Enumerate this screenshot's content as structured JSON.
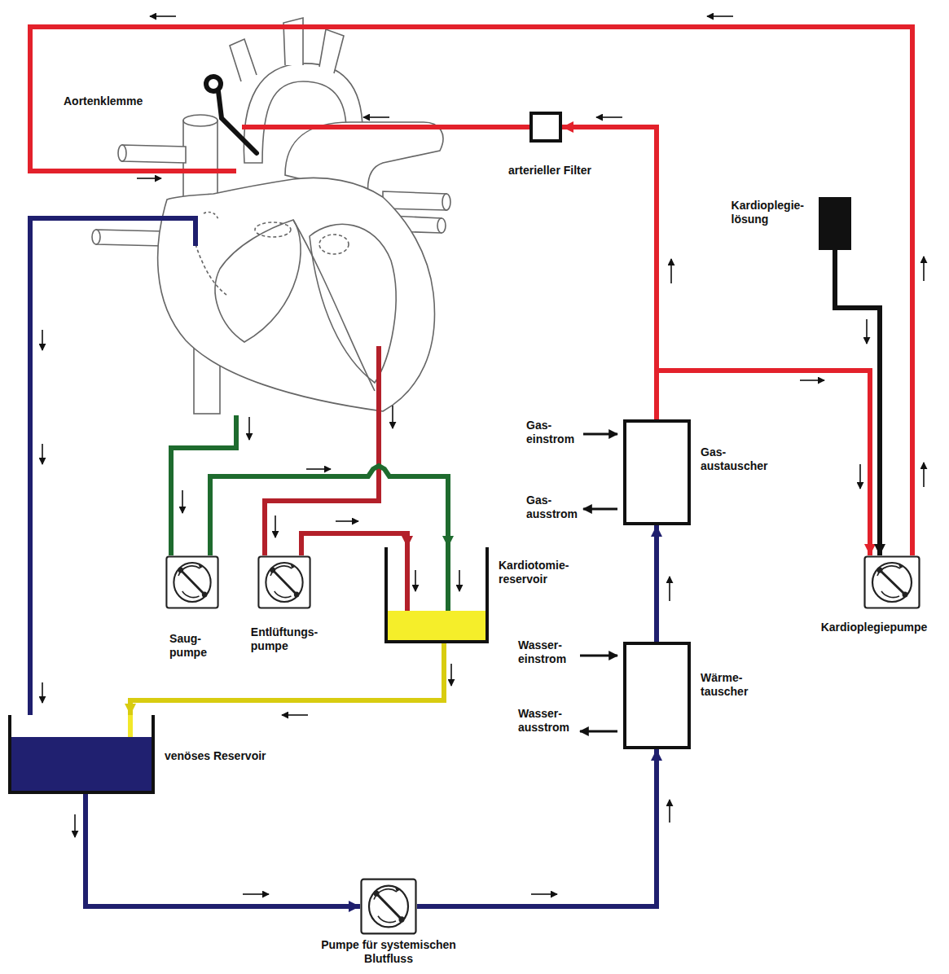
{
  "diagram": {
    "nodes": [
      {
        "text": [
          "Kardioplegie- lösung"
        ]
      },
      {
        "text": [
          "arterieller Filter"
        ]
      },
      {
        "text": [
          "Gas- austauscher"
        ]
      },
      {
        "text": [
          "Saug- pumpe"
        ]
      },
      {
        "text": [
          "Entlüftungs- pumpe"
        ]
      },
      {
        "text": [
          "Kardiotomie- reservoir"
        ]
      },
      {
        "text": [
          "Kardioplegiepumpe"
        ]
      },
      {
        "text": [
          "Wärme- tauscher"
        ]
      },
      {
        "text": [
          "venöses Reservoir"
        ]
      },
      {
        "text": [
          "Pumpe für systemischen Blutfluss"
        ]
      }
    ],
    "edges": [
      {
        "from": 8,
        "to": 9,
        "arrow": "to"
      },
      {
        "from": 9,
        "to": 7,
        "arrow": "to"
      },
      {
        "from": 7,
        "to": 2,
        "arrow": "to"
      },
      {
        "from": 2,
        "to": 1,
        "arrow": "to"
      },
      {
        "from": 2,
        "to": 6,
        "arrow": "to"
      },
      {
        "from": 0,
        "to": 6,
        "arrow": "to"
      },
      {
        "from": 3,
        "to": 5,
        "arrow": "to"
      },
      {
        "from": 4,
        "to": 5,
        "arrow": "to"
      },
      {
        "from": 5,
        "to": 8,
        "arrow": "to"
      }
    ],
    "labels": [
      "Aortenklemme",
      "Gas- einstrom",
      "Gas- ausstrom",
      "Wasser- einstrom",
      "Wasser- ausstrom"
    ]
  }
}
